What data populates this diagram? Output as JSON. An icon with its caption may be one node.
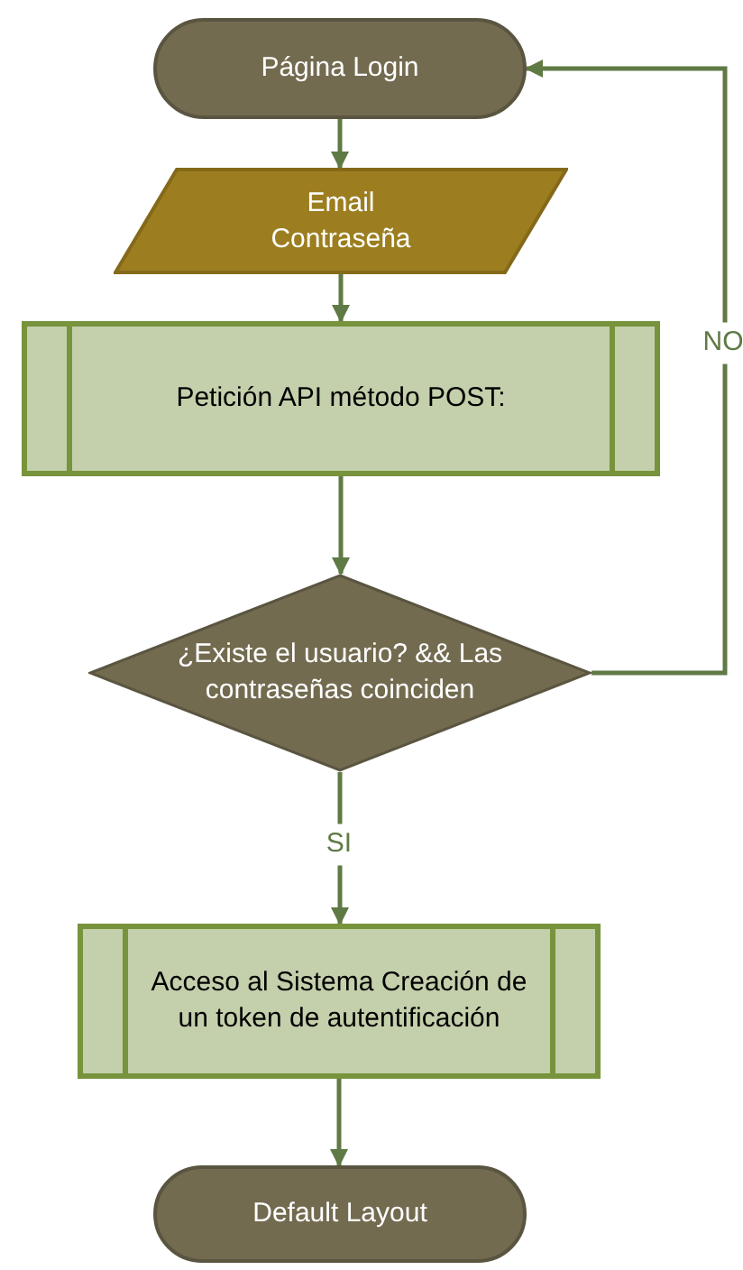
{
  "diagram": {
    "nodes": [
      {
        "text": [
          "Página Login"
        ]
      },
      {
        "text": [
          "Email Contraseña"
        ]
      },
      {
        "text": [
          "Petición API método POST:"
        ]
      },
      {
        "text": [
          "¿Existe el usuario? && Las contraseñas coinciden"
        ]
      },
      {
        "text": [
          "Acceso al Sistema Creación de un token de autentificación"
        ]
      },
      {
        "text": [
          "Default Layout"
        ]
      }
    ],
    "edges": [
      {
        "from": 0,
        "to": 1,
        "arrow": "to"
      },
      {
        "from": 1,
        "to": 2,
        "arrow": "to"
      },
      {
        "from": 2,
        "to": 3,
        "arrow": "to"
      },
      {
        "from": 3,
        "to": 4,
        "arrow": "to",
        "label": "SI"
      },
      {
        "from": 4,
        "to": 5,
        "arrow": "to"
      },
      {
        "from": 3,
        "to": 0,
        "arrow": "to",
        "label": "NO"
      }
    ]
  }
}
